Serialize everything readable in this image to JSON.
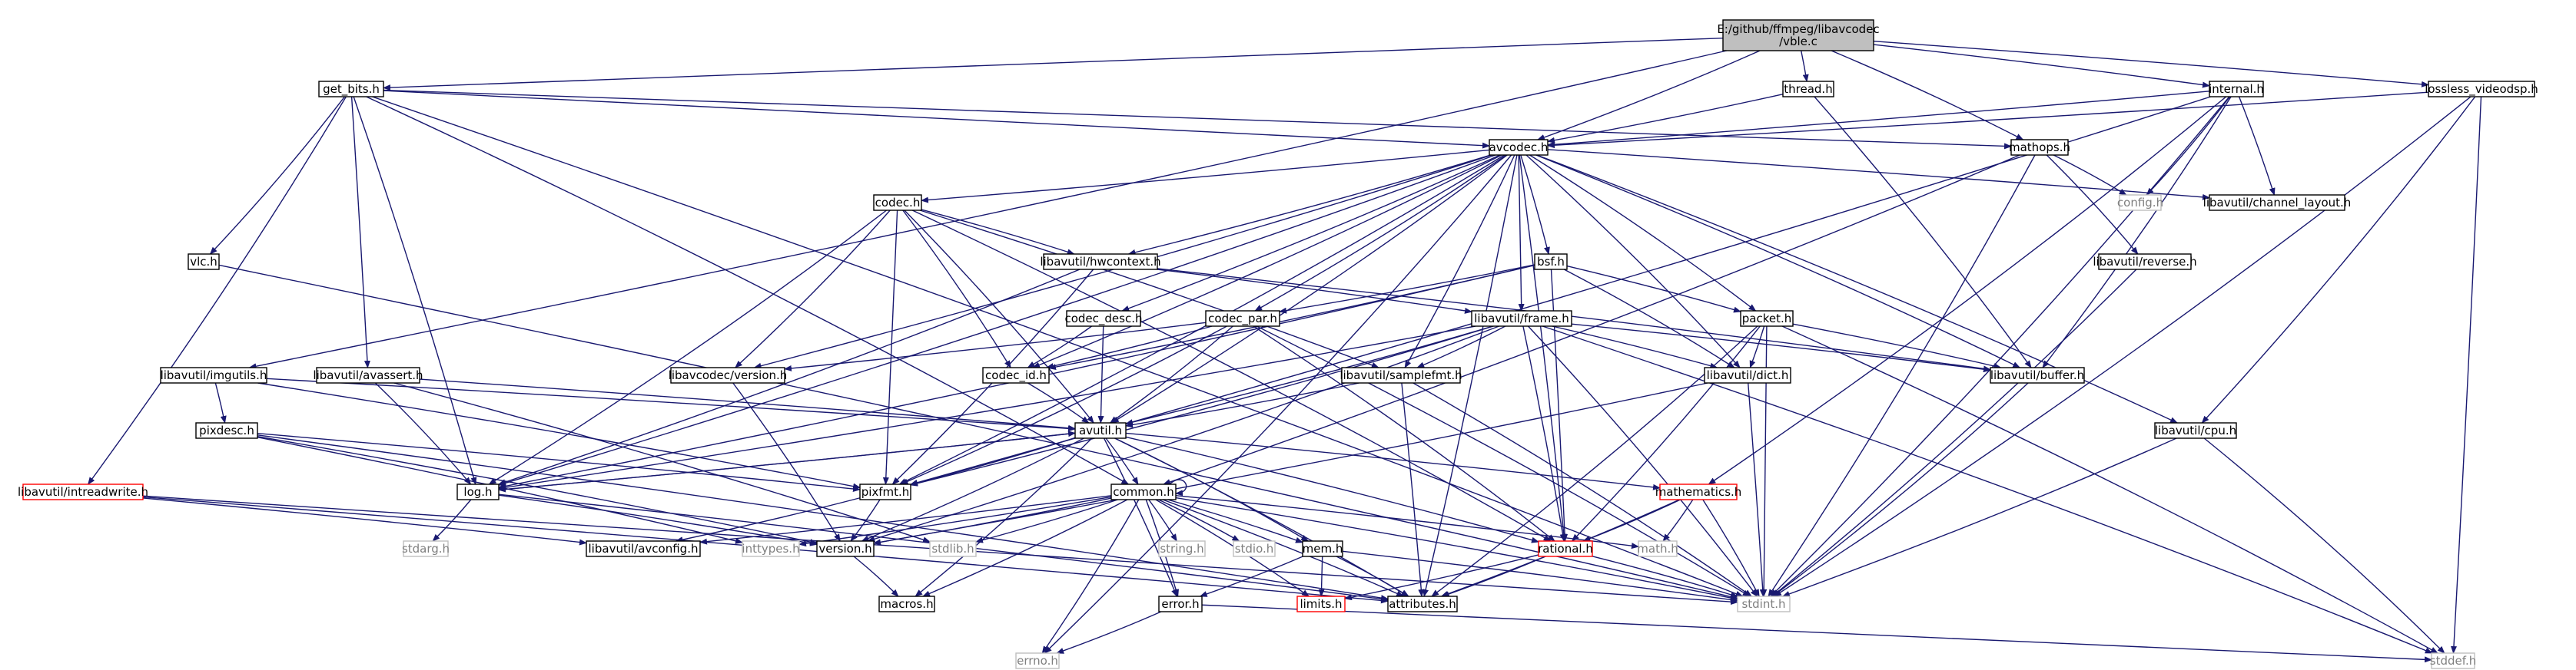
{
  "graph": {
    "root": "E:/github/ffmpeg/libavcodec\n/vble.c",
    "colors": {
      "edge": "#191970",
      "root_fill": "#bfbfbf",
      "node_border": "#000000",
      "missing_border": "#bfbfbf",
      "missing_text": "#7f7f7f",
      "truncated_border": "#ff0000"
    },
    "nodes": [
      {
        "id": "vble",
        "label": "E:/github/ffmpeg/libavcodec\n/vble.c",
        "style": "root"
      },
      {
        "id": "get_bits",
        "label": "get_bits.h",
        "style": "normal"
      },
      {
        "id": "thread",
        "label": "thread.h",
        "style": "normal"
      },
      {
        "id": "internal",
        "label": "internal.h",
        "style": "normal"
      },
      {
        "id": "lossless",
        "label": "lossless_videodsp.h",
        "style": "normal"
      },
      {
        "id": "avcodec",
        "label": "avcodec.h",
        "style": "normal"
      },
      {
        "id": "mathops",
        "label": "mathops.h",
        "style": "normal"
      },
      {
        "id": "config",
        "label": "config.h",
        "style": "missing"
      },
      {
        "id": "channel_layout",
        "label": "libavutil/channel_layout.h",
        "style": "normal"
      },
      {
        "id": "codec",
        "label": "codec.h",
        "style": "normal"
      },
      {
        "id": "vlc",
        "label": "vlc.h",
        "style": "normal"
      },
      {
        "id": "bsf",
        "label": "bsf.h",
        "style": "normal"
      },
      {
        "id": "hwcontext",
        "label": "libavutil/hwcontext.h",
        "style": "normal"
      },
      {
        "id": "reverse",
        "label": "libavutil/reverse.h",
        "style": "normal"
      },
      {
        "id": "codec_desc",
        "label": "codec_desc.h",
        "style": "normal"
      },
      {
        "id": "codec_par",
        "label": "codec_par.h",
        "style": "normal"
      },
      {
        "id": "frame",
        "label": "libavutil/frame.h",
        "style": "normal"
      },
      {
        "id": "packet",
        "label": "packet.h",
        "style": "normal"
      },
      {
        "id": "imgutils",
        "label": "libavutil/imgutils.h",
        "style": "normal"
      },
      {
        "id": "avassert",
        "label": "libavutil/avassert.h",
        "style": "normal"
      },
      {
        "id": "avcodec_version",
        "label": "libavcodec/version.h",
        "style": "normal"
      },
      {
        "id": "codec_id",
        "label": "codec_id.h",
        "style": "normal"
      },
      {
        "id": "samplefmt",
        "label": "libavutil/samplefmt.h",
        "style": "normal"
      },
      {
        "id": "dict",
        "label": "libavutil/dict.h",
        "style": "normal"
      },
      {
        "id": "buffer",
        "label": "libavutil/buffer.h",
        "style": "normal"
      },
      {
        "id": "pixdesc",
        "label": "pixdesc.h",
        "style": "normal"
      },
      {
        "id": "avutil",
        "label": "avutil.h",
        "style": "normal"
      },
      {
        "id": "cpu",
        "label": "libavutil/cpu.h",
        "style": "normal"
      },
      {
        "id": "intreadwrite",
        "label": "libavutil/intreadwrite.h",
        "style": "truncated"
      },
      {
        "id": "log",
        "label": "log.h",
        "style": "normal"
      },
      {
        "id": "pixfmt",
        "label": "pixfmt.h",
        "style": "normal"
      },
      {
        "id": "common",
        "label": "common.h",
        "style": "normal"
      },
      {
        "id": "mathematics",
        "label": "mathematics.h",
        "style": "truncated"
      },
      {
        "id": "stdarg",
        "label": "stdarg.h",
        "style": "missing"
      },
      {
        "id": "avconfig",
        "label": "libavutil/avconfig.h",
        "style": "normal"
      },
      {
        "id": "inttypes",
        "label": "inttypes.h",
        "style": "missing"
      },
      {
        "id": "version",
        "label": "version.h",
        "style": "normal"
      },
      {
        "id": "stdlib",
        "label": "stdlib.h",
        "style": "missing"
      },
      {
        "id": "string",
        "label": "string.h",
        "style": "missing"
      },
      {
        "id": "stdio",
        "label": "stdio.h",
        "style": "missing"
      },
      {
        "id": "mem",
        "label": "mem.h",
        "style": "normal"
      },
      {
        "id": "rational",
        "label": "rational.h",
        "style": "truncated"
      },
      {
        "id": "math",
        "label": "math.h",
        "style": "missing"
      },
      {
        "id": "limits",
        "label": "limits.h",
        "style": "truncated"
      },
      {
        "id": "attributes",
        "label": "attributes.h",
        "style": "normal"
      },
      {
        "id": "stdint",
        "label": "stdint.h",
        "style": "missing"
      },
      {
        "id": "macros",
        "label": "macros.h",
        "style": "normal"
      },
      {
        "id": "error",
        "label": "error.h",
        "style": "normal"
      },
      {
        "id": "errno",
        "label": "errno.h",
        "style": "missing"
      },
      {
        "id": "stddef",
        "label": "stddef.h",
        "style": "missing"
      }
    ],
    "edges": [
      [
        "vble",
        "get_bits"
      ],
      [
        "vble",
        "thread"
      ],
      [
        "vble",
        "internal"
      ],
      [
        "vble",
        "lossless"
      ],
      [
        "vble",
        "avcodec"
      ],
      [
        "vble",
        "mathops"
      ],
      [
        "vble",
        "imgutils"
      ],
      [
        "get_bits",
        "avcodec"
      ],
      [
        "get_bits",
        "mathops"
      ],
      [
        "get_bits",
        "vlc"
      ],
      [
        "get_bits",
        "avassert"
      ],
      [
        "get_bits",
        "intreadwrite"
      ],
      [
        "get_bits",
        "log"
      ],
      [
        "get_bits",
        "common"
      ],
      [
        "get_bits",
        "stdint"
      ],
      [
        "thread",
        "avcodec"
      ],
      [
        "thread",
        "buffer"
      ],
      [
        "internal",
        "avcodec"
      ],
      [
        "internal",
        "config"
      ],
      [
        "internal",
        "channel_layout"
      ],
      [
        "internal",
        "buffer"
      ],
      [
        "internal",
        "pixfmt"
      ],
      [
        "internal",
        "mathematics"
      ],
      [
        "internal",
        "stdint"
      ],
      [
        "lossless",
        "avcodec"
      ],
      [
        "lossless",
        "cpu"
      ],
      [
        "lossless",
        "stdint"
      ],
      [
        "lossless",
        "stddef"
      ],
      [
        "avcodec",
        "codec"
      ],
      [
        "avcodec",
        "hwcontext"
      ],
      [
        "avcodec",
        "bsf"
      ],
      [
        "avcodec",
        "codec_desc"
      ],
      [
        "avcodec",
        "codec_par"
      ],
      [
        "avcodec",
        "frame"
      ],
      [
        "avcodec",
        "packet"
      ],
      [
        "avcodec",
        "channel_layout"
      ],
      [
        "avcodec",
        "avcodec_version"
      ],
      [
        "avcodec",
        "codec_id"
      ],
      [
        "avcodec",
        "samplefmt"
      ],
      [
        "avcodec",
        "dict"
      ],
      [
        "avcodec",
        "buffer"
      ],
      [
        "avcodec",
        "avutil"
      ],
      [
        "avcodec",
        "log"
      ],
      [
        "avcodec",
        "pixfmt"
      ],
      [
        "avcodec",
        "rational"
      ],
      [
        "avcodec",
        "attributes"
      ],
      [
        "avcodec",
        "errno"
      ],
      [
        "avcodec",
        "cpu"
      ],
      [
        "mathops",
        "config"
      ],
      [
        "mathops",
        "reverse"
      ],
      [
        "mathops",
        "common"
      ],
      [
        "mathops",
        "stdint"
      ],
      [
        "codec",
        "hwcontext"
      ],
      [
        "codec",
        "avcodec_version"
      ],
      [
        "codec",
        "codec_id"
      ],
      [
        "codec",
        "samplefmt"
      ],
      [
        "codec",
        "avutil"
      ],
      [
        "codec",
        "log"
      ],
      [
        "codec",
        "pixfmt"
      ],
      [
        "codec",
        "rational"
      ],
      [
        "vlc",
        "stdint"
      ],
      [
        "bsf",
        "codec_id"
      ],
      [
        "bsf",
        "codec_par"
      ],
      [
        "bsf",
        "packet"
      ],
      [
        "bsf",
        "dict"
      ],
      [
        "bsf",
        "log"
      ],
      [
        "bsf",
        "rational"
      ],
      [
        "hwcontext",
        "frame"
      ],
      [
        "hwcontext",
        "buffer"
      ],
      [
        "hwcontext",
        "log"
      ],
      [
        "hwcontext",
        "pixfmt"
      ],
      [
        "reverse",
        "stdint"
      ],
      [
        "codec_desc",
        "codec_id"
      ],
      [
        "codec_desc",
        "avutil"
      ],
      [
        "codec_par",
        "codec_id"
      ],
      [
        "codec_par",
        "avutil"
      ],
      [
        "codec_par",
        "pixfmt"
      ],
      [
        "codec_par",
        "rational"
      ],
      [
        "codec_par",
        "stdint"
      ],
      [
        "codec_par",
        "avcodec_version"
      ],
      [
        "frame",
        "avutil"
      ],
      [
        "frame",
        "buffer"
      ],
      [
        "frame",
        "dict"
      ],
      [
        "frame",
        "samplefmt"
      ],
      [
        "frame",
        "rational"
      ],
      [
        "frame",
        "pixfmt"
      ],
      [
        "frame",
        "log"
      ],
      [
        "frame",
        "stdint"
      ],
      [
        "frame",
        "stddef"
      ],
      [
        "frame",
        "version"
      ],
      [
        "packet",
        "buffer"
      ],
      [
        "packet",
        "dict"
      ],
      [
        "packet",
        "attributes"
      ],
      [
        "packet",
        "rational"
      ],
      [
        "packet",
        "stdint"
      ],
      [
        "packet",
        "stddef"
      ],
      [
        "imgutils",
        "pixdesc"
      ],
      [
        "imgutils",
        "avutil"
      ],
      [
        "imgutils",
        "pixfmt"
      ],
      [
        "avassert",
        "avutil"
      ],
      [
        "avassert",
        "log"
      ],
      [
        "avassert",
        "stdlib"
      ],
      [
        "avcodec_version",
        "version"
      ],
      [
        "codec_id",
        "avutil"
      ],
      [
        "samplefmt",
        "avutil"
      ],
      [
        "samplefmt",
        "attributes"
      ],
      [
        "samplefmt",
        "stdint"
      ],
      [
        "dict",
        "version"
      ],
      [
        "dict",
        "stdint"
      ],
      [
        "buffer",
        "stdint"
      ],
      [
        "pixdesc",
        "pixfmt"
      ],
      [
        "pixdesc",
        "attributes"
      ],
      [
        "pixdesc",
        "inttypes"
      ],
      [
        "pixdesc",
        "version"
      ],
      [
        "avutil",
        "log"
      ],
      [
        "avutil",
        "pixfmt"
      ],
      [
        "avutil",
        "common"
      ],
      [
        "avutil",
        "mathematics"
      ],
      [
        "avutil",
        "rational"
      ],
      [
        "avutil",
        "version"
      ],
      [
        "avutil",
        "macros"
      ],
      [
        "avutil",
        "error"
      ],
      [
        "avutil",
        "mem"
      ],
      [
        "avutil",
        "attributes"
      ],
      [
        "cpu",
        "stdint"
      ],
      [
        "cpu",
        "stddef"
      ],
      [
        "intreadwrite",
        "avconfig"
      ],
      [
        "intreadwrite",
        "attributes"
      ],
      [
        "intreadwrite",
        "stdint"
      ],
      [
        "log",
        "stdarg"
      ],
      [
        "log",
        "attributes"
      ],
      [
        "log",
        "version"
      ],
      [
        "log",
        "avutil"
      ],
      [
        "pixfmt",
        "avconfig"
      ],
      [
        "pixfmt",
        "version"
      ],
      [
        "common",
        "avconfig"
      ],
      [
        "common",
        "inttypes"
      ],
      [
        "common",
        "version"
      ],
      [
        "common",
        "stdlib"
      ],
      [
        "common",
        "string"
      ],
      [
        "common",
        "stdio"
      ],
      [
        "common",
        "mem"
      ],
      [
        "common",
        "math"
      ],
      [
        "common",
        "limits"
      ],
      [
        "common",
        "attributes"
      ],
      [
        "common",
        "stdint"
      ],
      [
        "common",
        "errno"
      ],
      [
        "common",
        "macros"
      ],
      [
        "common",
        "error"
      ],
      [
        "common",
        "common"
      ],
      [
        "mathematics",
        "math"
      ],
      [
        "mathematics",
        "rational"
      ],
      [
        "mathematics",
        "attributes"
      ],
      [
        "mathematics",
        "stdint"
      ],
      [
        "version",
        "macros"
      ],
      [
        "mem",
        "attributes"
      ],
      [
        "mem",
        "limits"
      ],
      [
        "mem",
        "error"
      ],
      [
        "mem",
        "stdint"
      ],
      [
        "rational",
        "attributes"
      ],
      [
        "rational",
        "limits"
      ],
      [
        "rational",
        "stdint"
      ],
      [
        "error",
        "errno"
      ],
      [
        "error",
        "stddef"
      ]
    ]
  }
}
